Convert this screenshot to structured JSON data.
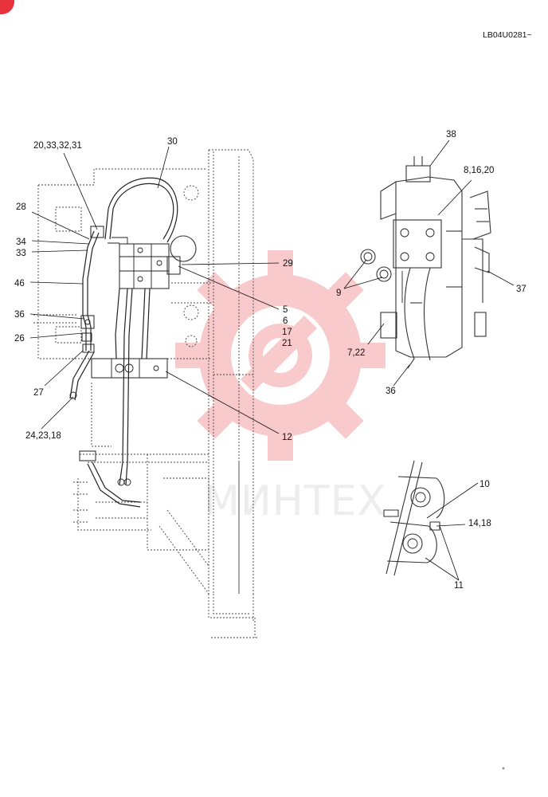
{
  "drawing_code": "LB04U0281~",
  "watermark_text": "МИНТЕХ",
  "corner_badge_color": "#e8323c",
  "watermark_color": "#f28b8f",
  "callouts": {
    "c_20_33_32_31": "20,33,32,31",
    "c_30": "30",
    "c_28": "28",
    "c_34": "34",
    "c_33": "33",
    "c_46": "46",
    "c_36_left": "36",
    "c_26": "26",
    "c_27": "27",
    "c_24_23_18": "24,23,18",
    "c_29": "29",
    "c_5": "5",
    "c_6": "6",
    "c_17": "17",
    "c_21": "21",
    "c_12": "12",
    "c_38": "38",
    "c_8_16_20": "8,16,20",
    "c_9": "9",
    "c_37": "37",
    "c_7_22": "7,22",
    "c_36_right": "36",
    "c_10": "10",
    "c_14_18": "14,18",
    "c_11": "11"
  }
}
